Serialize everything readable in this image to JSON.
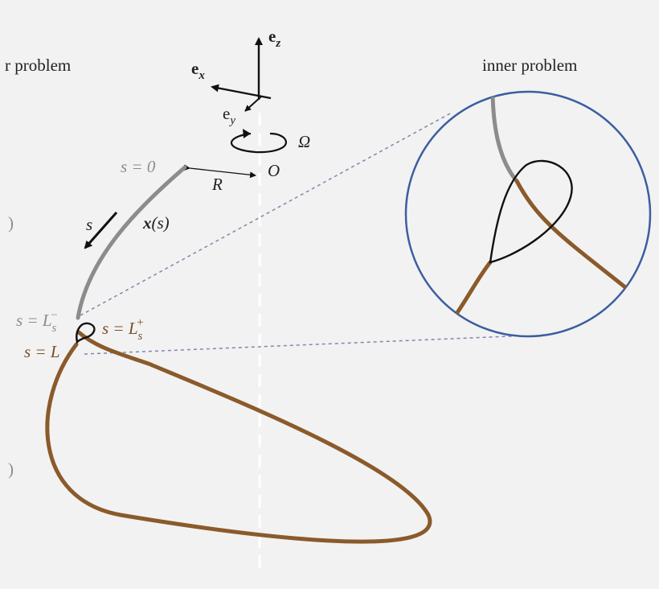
{
  "labels": {
    "outer_problem": "r problem",
    "inner_problem": "inner problem",
    "ez_e": "e",
    "ez_sub": "z",
    "ex_e": "e",
    "ex_sub": "x",
    "ey_e": "e",
    "ey_sub": "y",
    "omega": "Ω",
    "origin": "O",
    "radius": "R",
    "s_zero": "s = 0",
    "s_arrow": "s",
    "xs_bold": "x",
    "xs_rest": "(s)",
    "s_ls_minus_main": "s = L",
    "s_ls_minus_sub": "s",
    "s_ls_minus_sup": "−",
    "s_ls_plus_main": "s = L",
    "s_ls_plus_sub": "s",
    "s_ls_plus_sup": "+",
    "s_l": "s = L",
    "left_paren_1": ")",
    "left_paren_2": ")"
  },
  "colors": {
    "background": "#f2f2f2",
    "rod_upper": "#8c8c8c",
    "rod_lower": "#8b5a2b",
    "loop": "#111111",
    "inset_circle": "#3b5ea0",
    "dotted_guides": "#7f88a8",
    "axis": "#ffffff",
    "text": "#222222",
    "grey_text": "#8c8c8c",
    "brown_text": "#7a4f27"
  }
}
